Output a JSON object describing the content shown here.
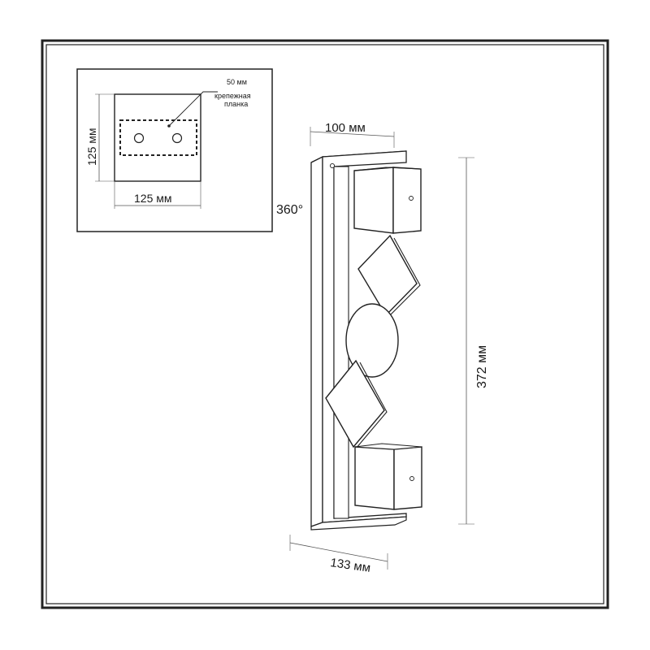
{
  "inset": {
    "label_50": "50 мм",
    "label_plate_line1": "крепежная",
    "label_plate_line2": "планка",
    "height_label": "125 мм",
    "width_label": "125 мм"
  },
  "main": {
    "top_width_label": "100 мм",
    "rotation_label": "360°",
    "height_label": "372 мм",
    "depth_label": "133 мм"
  },
  "colors": {
    "stroke": "#1a1a1a",
    "frame_outer": "#222222",
    "dim_line": "#555555",
    "fill": "#ffffff"
  }
}
